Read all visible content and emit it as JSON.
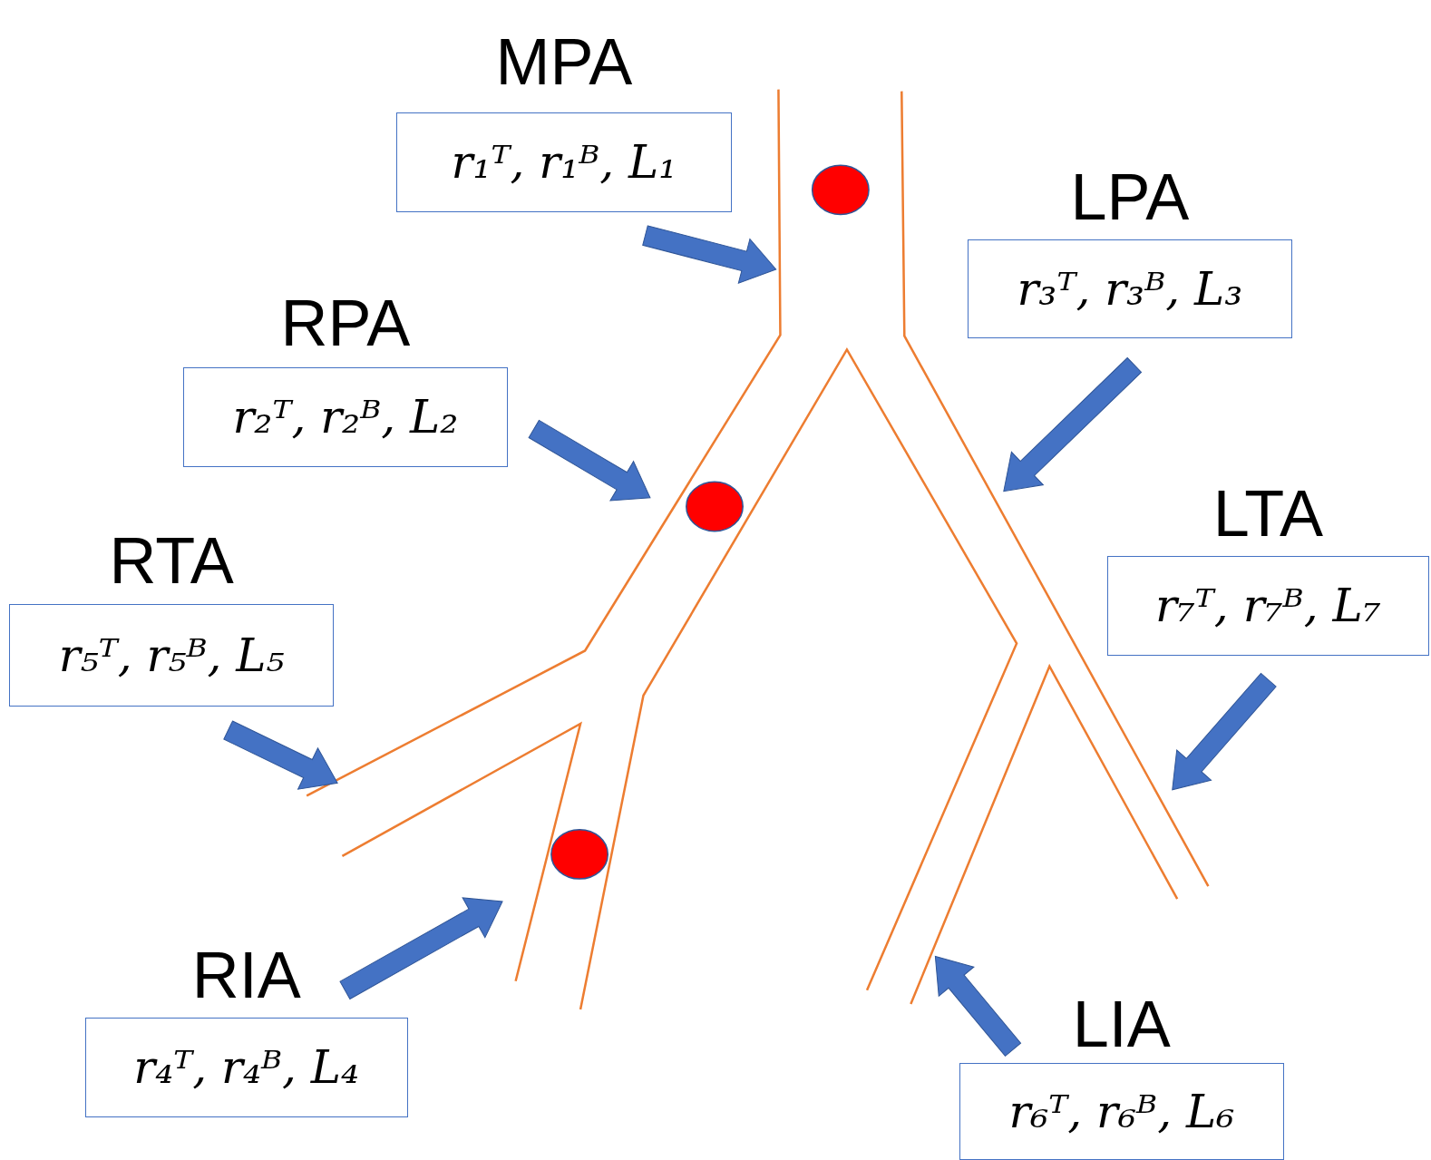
{
  "diagram": {
    "nodes": [
      {
        "text": [
          "MPA",
          "r₁ᵀ, r₁ᴮ, L₁"
        ]
      },
      {
        "text": [
          "LPA",
          "r₃ᵀ, r₃ᴮ, L₃"
        ]
      },
      {
        "text": [
          "RPA",
          "r₂ᵀ, r₂ᴮ, L₂"
        ]
      },
      {
        "text": [
          "LTA",
          "r₇ᵀ, r₇ᴮ, L₇"
        ]
      },
      {
        "text": [
          "RTA",
          "r₅ᵀ, r₅ᴮ, L₅"
        ]
      },
      {
        "text": [
          "RIA",
          "r₄ᵀ, r₄ᴮ, L₄"
        ]
      },
      {
        "text": [
          "LIA",
          "r₆ᵀ, r₆ᴮ, L₆"
        ]
      }
    ]
  }
}
